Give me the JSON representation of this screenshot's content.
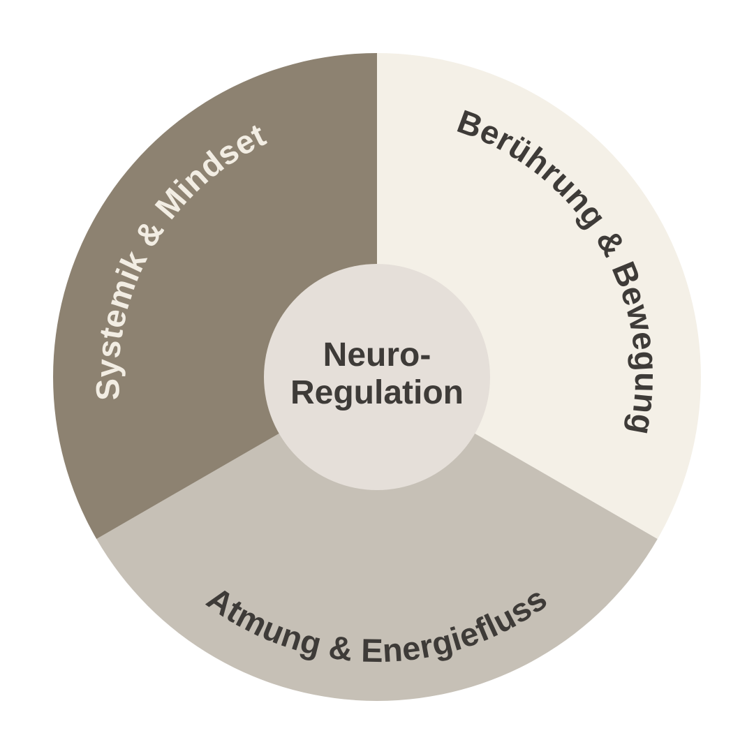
{
  "diagram": {
    "title": "Neuro-Regulation wheel",
    "background_color": "#ffffff",
    "center": {
      "line1": "Neuro-",
      "line2": "Regulation",
      "circle_color": "#e5dfd9",
      "text_color": "#3e3b38"
    },
    "segments": [
      {
        "label": "Systemik & Mindset",
        "color": "#8d8271",
        "text_color": "#f2ede3",
        "position": "upper-left",
        "angle_span_deg": 120
      },
      {
        "label": "Berührung & Bewegung",
        "color": "#f4f0e7",
        "text_color": "#3e3b38",
        "position": "right",
        "angle_span_deg": 120
      },
      {
        "label": "Atmung & Energiefluss",
        "color": "#c6c0b6",
        "text_color": "#3e3b38",
        "position": "bottom",
        "angle_span_deg": 120
      }
    ]
  }
}
